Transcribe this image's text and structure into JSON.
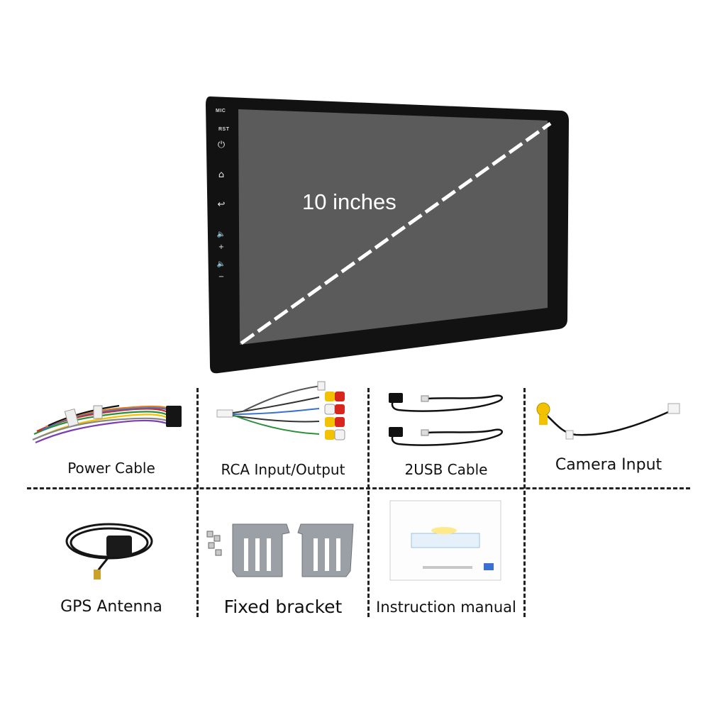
{
  "unit": {
    "size_label": "10 inches",
    "mic_label": "MIC",
    "rst_label": "RST",
    "buttons": [
      "⏻",
      "⌂",
      "↩",
      "🔈+",
      "🔈−"
    ]
  },
  "accessories": {
    "power_cable": "Power Cable",
    "rca": "RCA Input/Output",
    "usb": "2USB  Cable",
    "camera": "Camera  Input",
    "gps": "GPS  Antenna",
    "bracket": "Fixed  bracket",
    "manual": "Instruction manual"
  },
  "colors": {
    "screen": "#5a5a5a",
    "bezel": "#111111",
    "rca_yellow": "#f2c200",
    "rca_red": "#d9261c",
    "rca_white": "#f2f2f2",
    "bracket": "#9aa0a6"
  }
}
